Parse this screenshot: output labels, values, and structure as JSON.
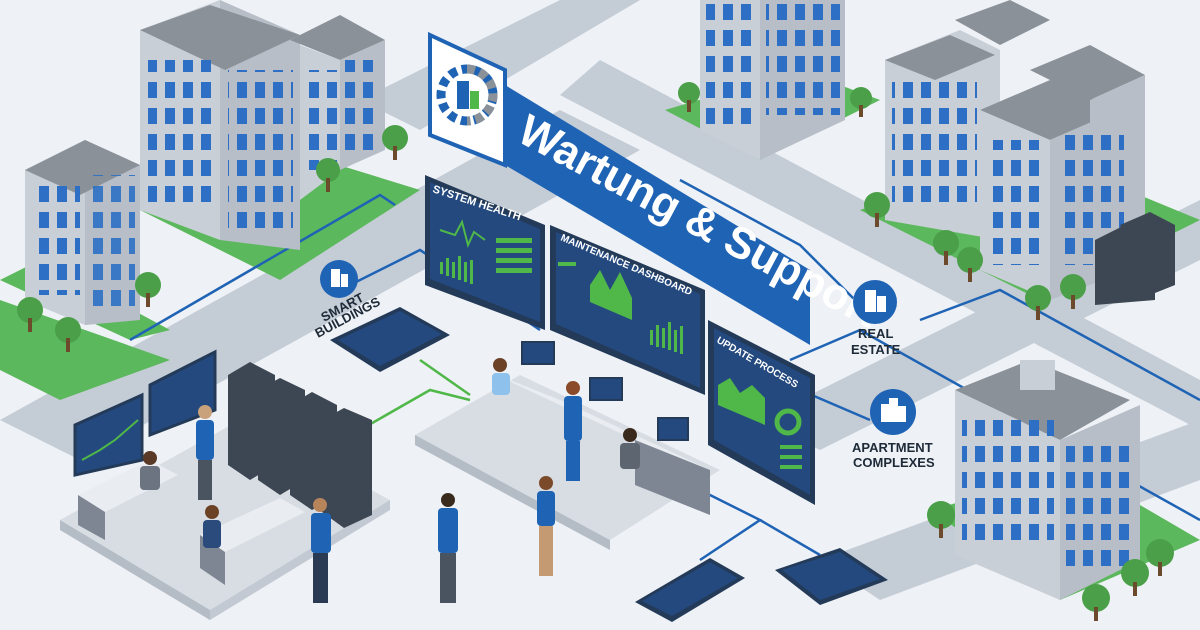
{
  "banner": {
    "title": "Wartung & Support",
    "logo_icon": "gear-building-icon",
    "color": "#1f63b5"
  },
  "screens": {
    "system_health": {
      "title": "SYSTEM HEALTH"
    },
    "maintenance_dashboard": {
      "title": "MAINTENANCE DASHBOARD"
    },
    "update_process": {
      "title": "UPDATE PROCESS"
    }
  },
  "categories": [
    {
      "label_line1": "SMART",
      "label_line2": "BUILDINGS",
      "icon": "smart-building-icon"
    },
    {
      "label_line1": "REAL",
      "label_line2": "ESTATE",
      "icon": "real-estate-icon"
    },
    {
      "label_line1": "APARTMENT",
      "label_line2": "COMPLEXES",
      "icon": "apartment-complex-icon"
    }
  ],
  "colors": {
    "background": "#eef1f5",
    "road": "#c4ccd6",
    "grass": "#5cb85c",
    "building_wall": "#d3d8de",
    "building_roof": "#8a9199",
    "window": "#2c6fc4",
    "screen_bg": "#24497e",
    "screen_frame": "#233a58",
    "chart_green": "#4fb848",
    "accent_blue": "#1f63b5",
    "server": "#3d4653"
  }
}
